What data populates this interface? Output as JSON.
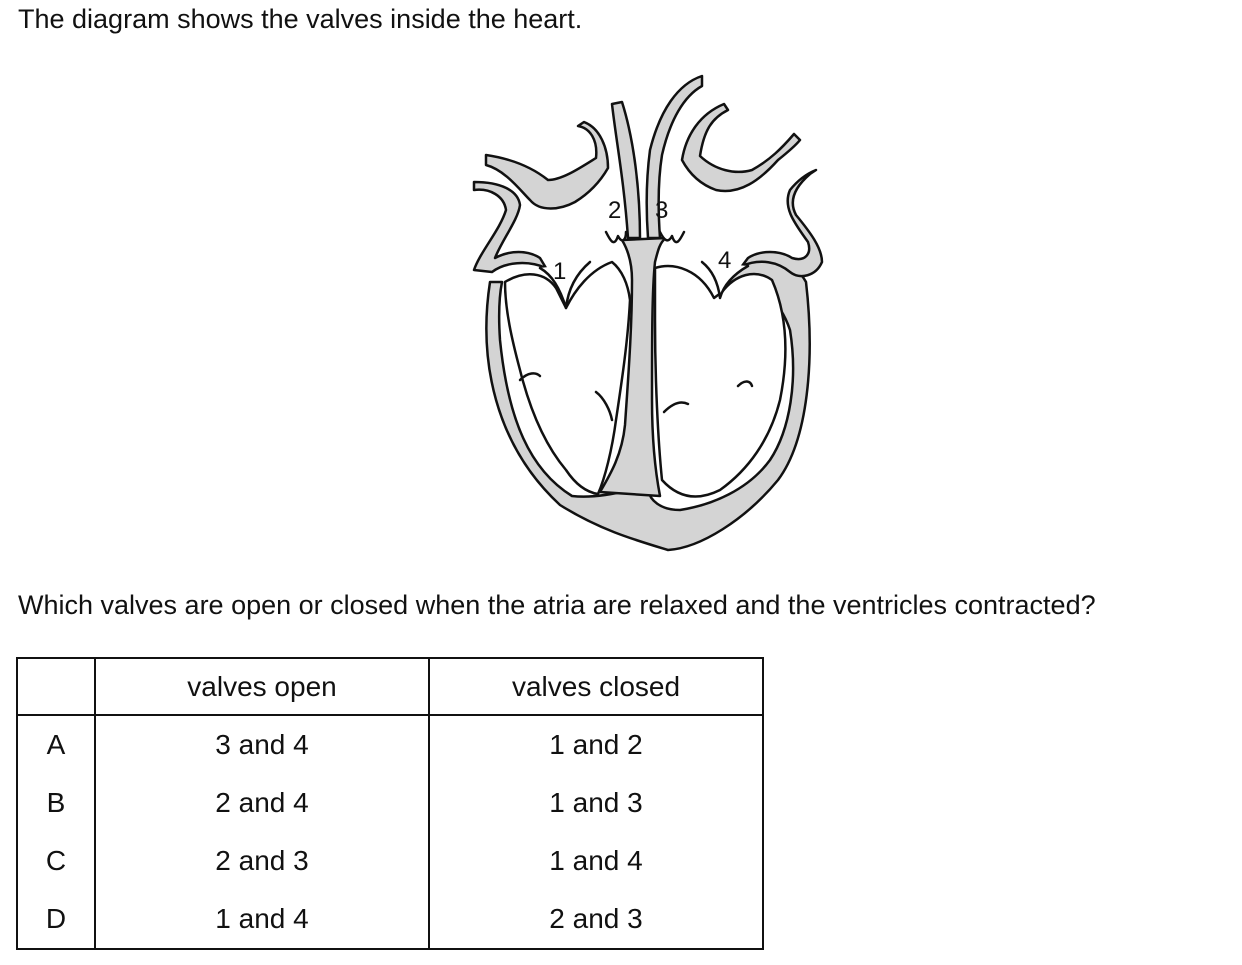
{
  "intro_text": "The diagram shows the valves inside the heart.",
  "diagram": {
    "labels": [
      "1",
      "2",
      "3",
      "4"
    ],
    "tissue_color": "#d4d4d4",
    "outline_color": "#111111"
  },
  "question_text": "Which valves are open or closed when the atria are relaxed and the ventricles contracted?",
  "table": {
    "headers": [
      "",
      "valves open",
      "valves closed"
    ],
    "rows": [
      {
        "letter": "A",
        "open": "3 and 4",
        "closed": "1 and 2"
      },
      {
        "letter": "B",
        "open": "2 and 4",
        "closed": "1 and 3"
      },
      {
        "letter": "C",
        "open": "2 and 3",
        "closed": "1 and 4"
      },
      {
        "letter": "D",
        "open": "1 and 4",
        "closed": "2 and 3"
      }
    ]
  }
}
